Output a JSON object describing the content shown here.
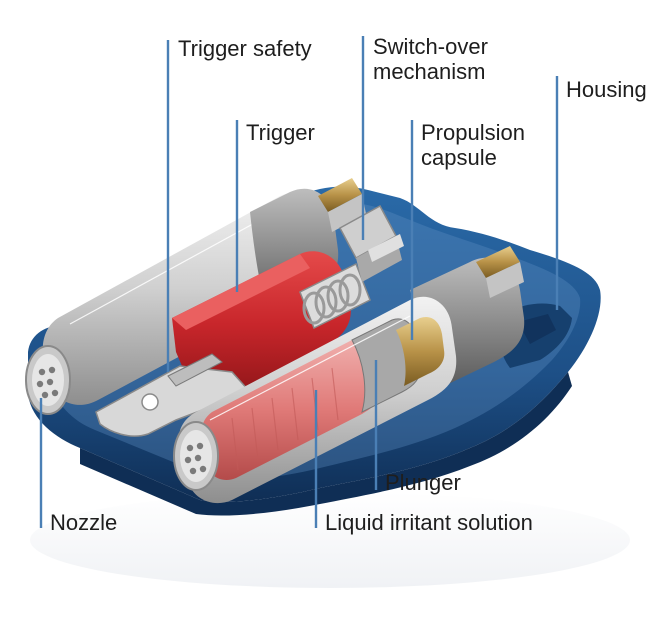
{
  "labels": {
    "trigger_safety": "Trigger safety",
    "switch_over": "Switch-over\nmechanism",
    "housing": "Housing",
    "trigger": "Trigger",
    "propulsion_capsule": "Propulsion\ncapsule",
    "plunger": "Plunger",
    "nozzle": "Nozzle",
    "liquid_irritant": "Liquid irritant solution"
  },
  "colors": {
    "housing_blue": "#1d4f86",
    "trigger_red": "#c8262b",
    "leader_blue": "#4a7fb5",
    "canister_grey": "#d4d4d4",
    "capsule_brass": "#b89248"
  }
}
